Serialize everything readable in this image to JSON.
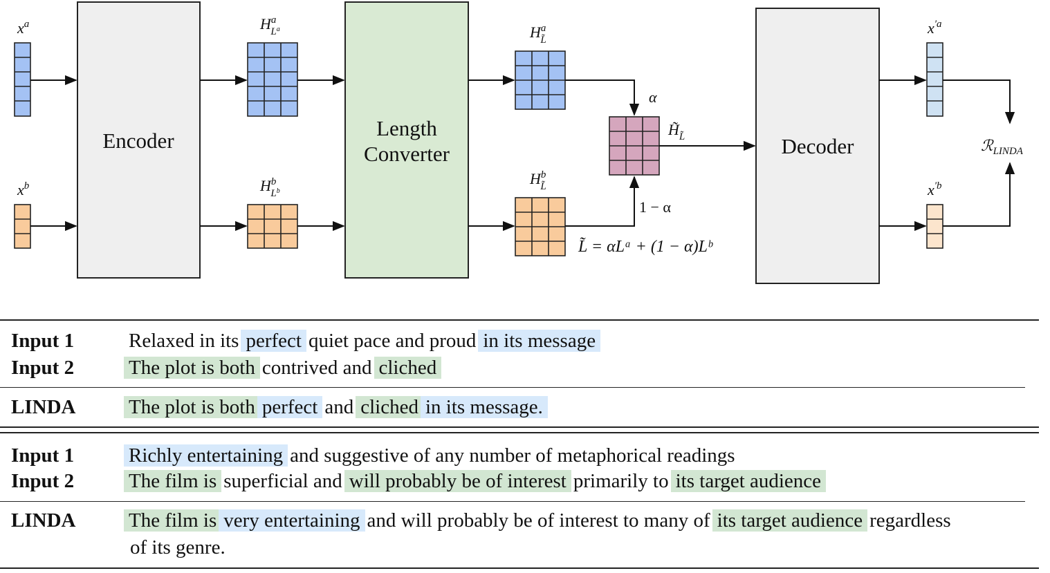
{
  "diagram": {
    "boxes": {
      "encoder": "Encoder",
      "length_converter_line1": "Length",
      "length_converter_line2": "Converter",
      "decoder": "Decoder"
    },
    "symbols": {
      "x_a": "x",
      "x_a_sup": "a",
      "x_b": "x",
      "x_b_sup": "b",
      "h_la": "H",
      "h_la_sup": "a",
      "h_la_sub": "L",
      "h_la_sub_sup": "a",
      "h_lb": "H",
      "h_lb_sup": "b",
      "h_lb_sub": "L",
      "h_lb_sub_sup": "b",
      "h_tilde_a": "H",
      "h_tilde_a_sup": "a",
      "h_tilde_b": "H",
      "h_tilde_b_sup": "b",
      "tilde_l_sub": "L̃",
      "alpha": "α",
      "one_minus_alpha": "1 − α",
      "h_tilde_mix": "H̃",
      "x_prime_a": "x",
      "x_prime_a_sup": "′a",
      "x_prime_b": "x",
      "x_prime_b_sup": "′b",
      "loss": "ℛ",
      "loss_sub": "LINDA",
      "length_equation": "L̃ = αLᵃ + (1 − α)Lᵇ"
    },
    "colors": {
      "blue_cell": "#a4c2f4",
      "orange_cell": "#f9cb9c",
      "pink_cell": "#d5a6bd",
      "light_blue_cell": "#cfe2f3",
      "light_orange_cell": "#fce5cd",
      "encoder_fill": "#efefef",
      "converter_fill": "#d9ead3",
      "decoder_fill": "#efefef"
    }
  },
  "examples": [
    {
      "input1_label": "Input 1",
      "input1_segments": [
        {
          "text": "Relaxed in its",
          "hl": "none"
        },
        {
          "text": "perfect",
          "hl": "blue"
        },
        {
          "text": "quiet pace and proud",
          "hl": "none"
        },
        {
          "text": "in its message",
          "hl": "blue"
        }
      ],
      "input2_label": "Input 2",
      "input2_segments": [
        {
          "text": "The plot is both",
          "hl": "green"
        },
        {
          "text": "contrived and",
          "hl": "none"
        },
        {
          "text": "cliched",
          "hl": "green"
        }
      ],
      "output_label": "LINDA",
      "output_segments": [
        {
          "text": "The plot is both",
          "hl": "green"
        },
        {
          "text": "perfect",
          "hl": "blue"
        },
        {
          "text": "and",
          "hl": "none"
        },
        {
          "text": "cliched",
          "hl": "green"
        },
        {
          "text": "in its message.",
          "hl": "blue"
        }
      ]
    },
    {
      "input1_label": "Input 1",
      "input1_segments": [
        {
          "text": "Richly entertaining",
          "hl": "blue"
        },
        {
          "text": "and suggestive of any number of metaphorical readings",
          "hl": "none"
        }
      ],
      "input2_label": "Input 2",
      "input2_segments": [
        {
          "text": "The film is",
          "hl": "green"
        },
        {
          "text": "superficial and",
          "hl": "none"
        },
        {
          "text": "will probably be of interest",
          "hl": "green"
        },
        {
          "text": "primarily to",
          "hl": "none"
        },
        {
          "text": "its target audience",
          "hl": "green"
        }
      ],
      "output_label": "LINDA",
      "output_segments": [
        {
          "text": "The film is",
          "hl": "green"
        },
        {
          "text": "very entertaining",
          "hl": "blue"
        },
        {
          "text": "and will probably be of interest to many of",
          "hl": "none"
        },
        {
          "text": "its target audience",
          "hl": "green"
        },
        {
          "text": "regardless",
          "hl": "none"
        }
      ],
      "output_continuation": "of its genre."
    }
  ]
}
